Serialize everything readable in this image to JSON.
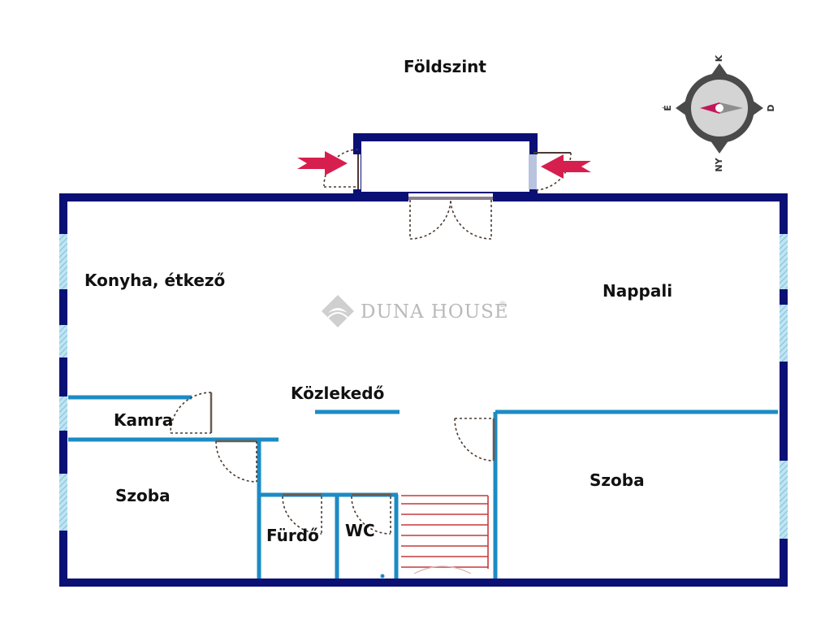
{
  "plan": {
    "title": "Földszint",
    "watermark": "DUNA HOUSE",
    "watermark_mark": "®",
    "rooms": {
      "kitchen": "Konyha, étkező",
      "living": "Nappali",
      "hallway": "Közlekedő",
      "pantry": "Kamra",
      "bedroom_left": "Szoba",
      "bedroom_right": "Szoba",
      "bathroom": "Fürdő",
      "wc": "WC"
    },
    "compass": {
      "north": "K",
      "east": "D",
      "south": "NY",
      "west": "É"
    }
  },
  "colors": {
    "outer_wall": "#0b1075",
    "inner_wall": "#1c8bc4",
    "window": "#a9d8ea",
    "door_swing": "#4a3a30",
    "stairs": "#c63a3a",
    "entry_arrow": "#d61f4e",
    "compass_dark": "#4a4a4a",
    "watermark": "#b9b9b9"
  }
}
